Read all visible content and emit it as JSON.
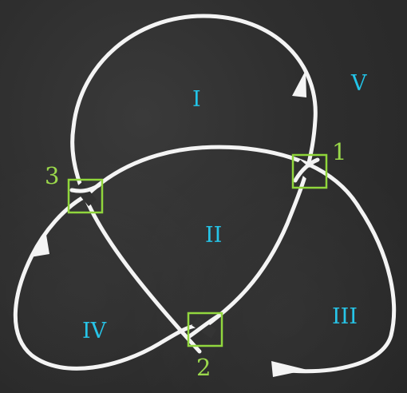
{
  "diagram": {
    "regions": {
      "r1": "I",
      "r2": "II",
      "r3": "III",
      "r4": "IV",
      "r5": "V"
    },
    "crossings": {
      "c1": "1",
      "c2": "2",
      "c3": "3"
    },
    "colors": {
      "strand": "#f4f4f4",
      "region_label": "#22c4e8",
      "crossing_label": "#9ad84a",
      "crossing_box": "#8fd63a",
      "background": "#2e2e2e"
    }
  }
}
